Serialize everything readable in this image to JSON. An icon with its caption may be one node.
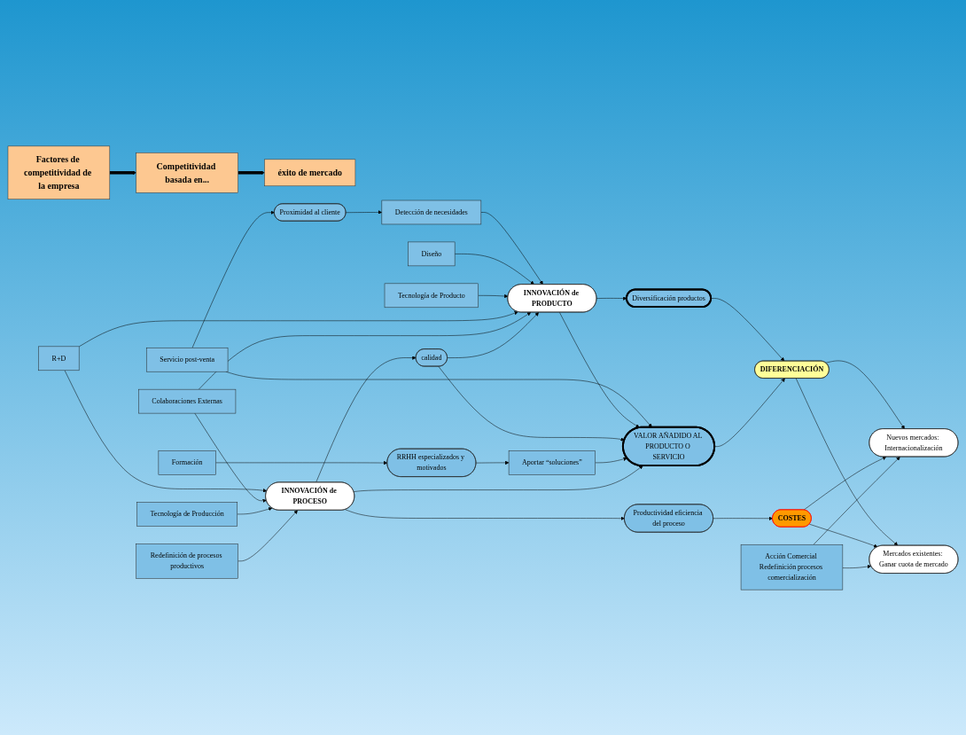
{
  "diagram": {
    "nodes": [
      {
        "text": [
          "Factores de competitividad de la empresa"
        ]
      },
      {
        "text": [
          "Competitividad basada en..."
        ]
      },
      {
        "text": [
          "éxito de mercado"
        ]
      },
      {
        "text": [
          "Detección de necesidades"
        ]
      },
      {
        "text": [
          "Proximidad al cliente"
        ]
      },
      {
        "text": [
          "Diversificación productos"
        ]
      },
      {
        "text": [
          "Diseño"
        ]
      },
      {
        "text": [
          "INNOVACIÓN de PRODUCTO"
        ]
      },
      {
        "text": [
          "Servicio post-venta"
        ]
      },
      {
        "text": [
          "Formación"
        ]
      },
      {
        "text": [
          "Tecnología de Producto"
        ]
      },
      {
        "text": [
          "RRHH especializados y motivados"
        ]
      },
      {
        "text": [
          "R+D"
        ]
      },
      {
        "text": [
          "calidad"
        ]
      },
      {
        "text": [
          "Aportar “soluciones”"
        ]
      },
      {
        "text": [
          "Colaboraciones Externas"
        ]
      },
      {
        "text": [
          "VALOR AÑADIDO AL PRODUCTO O SERVICIO"
        ]
      },
      {
        "text": [
          "INNOVACIÓN de PROCESO"
        ]
      },
      {
        "text": [
          "Productividad eficiencia del proceso"
        ]
      },
      {
        "text": [
          "Tecnología de Producción"
        ]
      },
      {
        "text": [
          "Acción Comercial Redefinición procesos comercialización"
        ]
      },
      {
        "text": [
          "Redefinición de procesos productivos"
        ]
      },
      {
        "text": [
          "Nuevos mercados: Internacionalización"
        ]
      },
      {
        "text": [
          "DIFERENCIACIÓN"
        ]
      },
      {
        "text": [
          "Mercados existentes: Ganar cuota de mercado"
        ]
      },
      {
        "text": [
          "COSTES"
        ]
      }
    ],
    "edges": [
      {
        "from": 0,
        "to": 1,
        "arrow": "to",
        "style": "thick"
      },
      {
        "from": 1,
        "to": 2,
        "arrow": "to",
        "style": "thick"
      },
      {
        "from": 4,
        "to": 3,
        "arrow": "to"
      },
      {
        "from": 3,
        "to": 7,
        "arrow": "to"
      },
      {
        "from": 6,
        "to": 7,
        "arrow": "to"
      },
      {
        "from": 10,
        "to": 7,
        "arrow": "to"
      },
      {
        "from": 12,
        "to": 7,
        "arrow": "to"
      },
      {
        "from": 12,
        "to": 17,
        "arrow": "to"
      },
      {
        "from": 15,
        "to": 7,
        "arrow": "to"
      },
      {
        "from": 15,
        "to": 17,
        "arrow": "to"
      },
      {
        "from": 13,
        "to": 7,
        "arrow": "to"
      },
      {
        "from": 17,
        "to": 13,
        "arrow": "to"
      },
      {
        "from": 7,
        "to": 5,
        "arrow": "to"
      },
      {
        "from": 8,
        "to": 4,
        "arrow": "to"
      },
      {
        "from": 8,
        "to": 16,
        "arrow": "to"
      },
      {
        "from": 7,
        "to": 16,
        "arrow": "to"
      },
      {
        "from": 13,
        "to": 16,
        "arrow": "to"
      },
      {
        "from": 9,
        "to": 11,
        "arrow": "to"
      },
      {
        "from": 11,
        "to": 14,
        "arrow": "to"
      },
      {
        "from": 14,
        "to": 16,
        "arrow": "to"
      },
      {
        "from": 17,
        "to": 16,
        "arrow": "to"
      },
      {
        "from": 17,
        "to": 18,
        "arrow": "to"
      },
      {
        "from": 19,
        "to": 17,
        "arrow": "to"
      },
      {
        "from": 21,
        "to": 17,
        "arrow": "to"
      },
      {
        "from": 5,
        "to": 23,
        "arrow": "to"
      },
      {
        "from": 16,
        "to": 23,
        "arrow": "to"
      },
      {
        "from": 18,
        "to": 25,
        "arrow": "to"
      },
      {
        "from": 23,
        "to": 22,
        "arrow": "to"
      },
      {
        "from": 23,
        "to": 24,
        "arrow": "to"
      },
      {
        "from": 25,
        "to": 22,
        "arrow": "to"
      },
      {
        "from": 25,
        "to": 24,
        "arrow": "to"
      },
      {
        "from": 20,
        "to": 24,
        "arrow": "to"
      },
      {
        "from": 20,
        "to": 22,
        "arrow": "to"
      }
    ]
  }
}
